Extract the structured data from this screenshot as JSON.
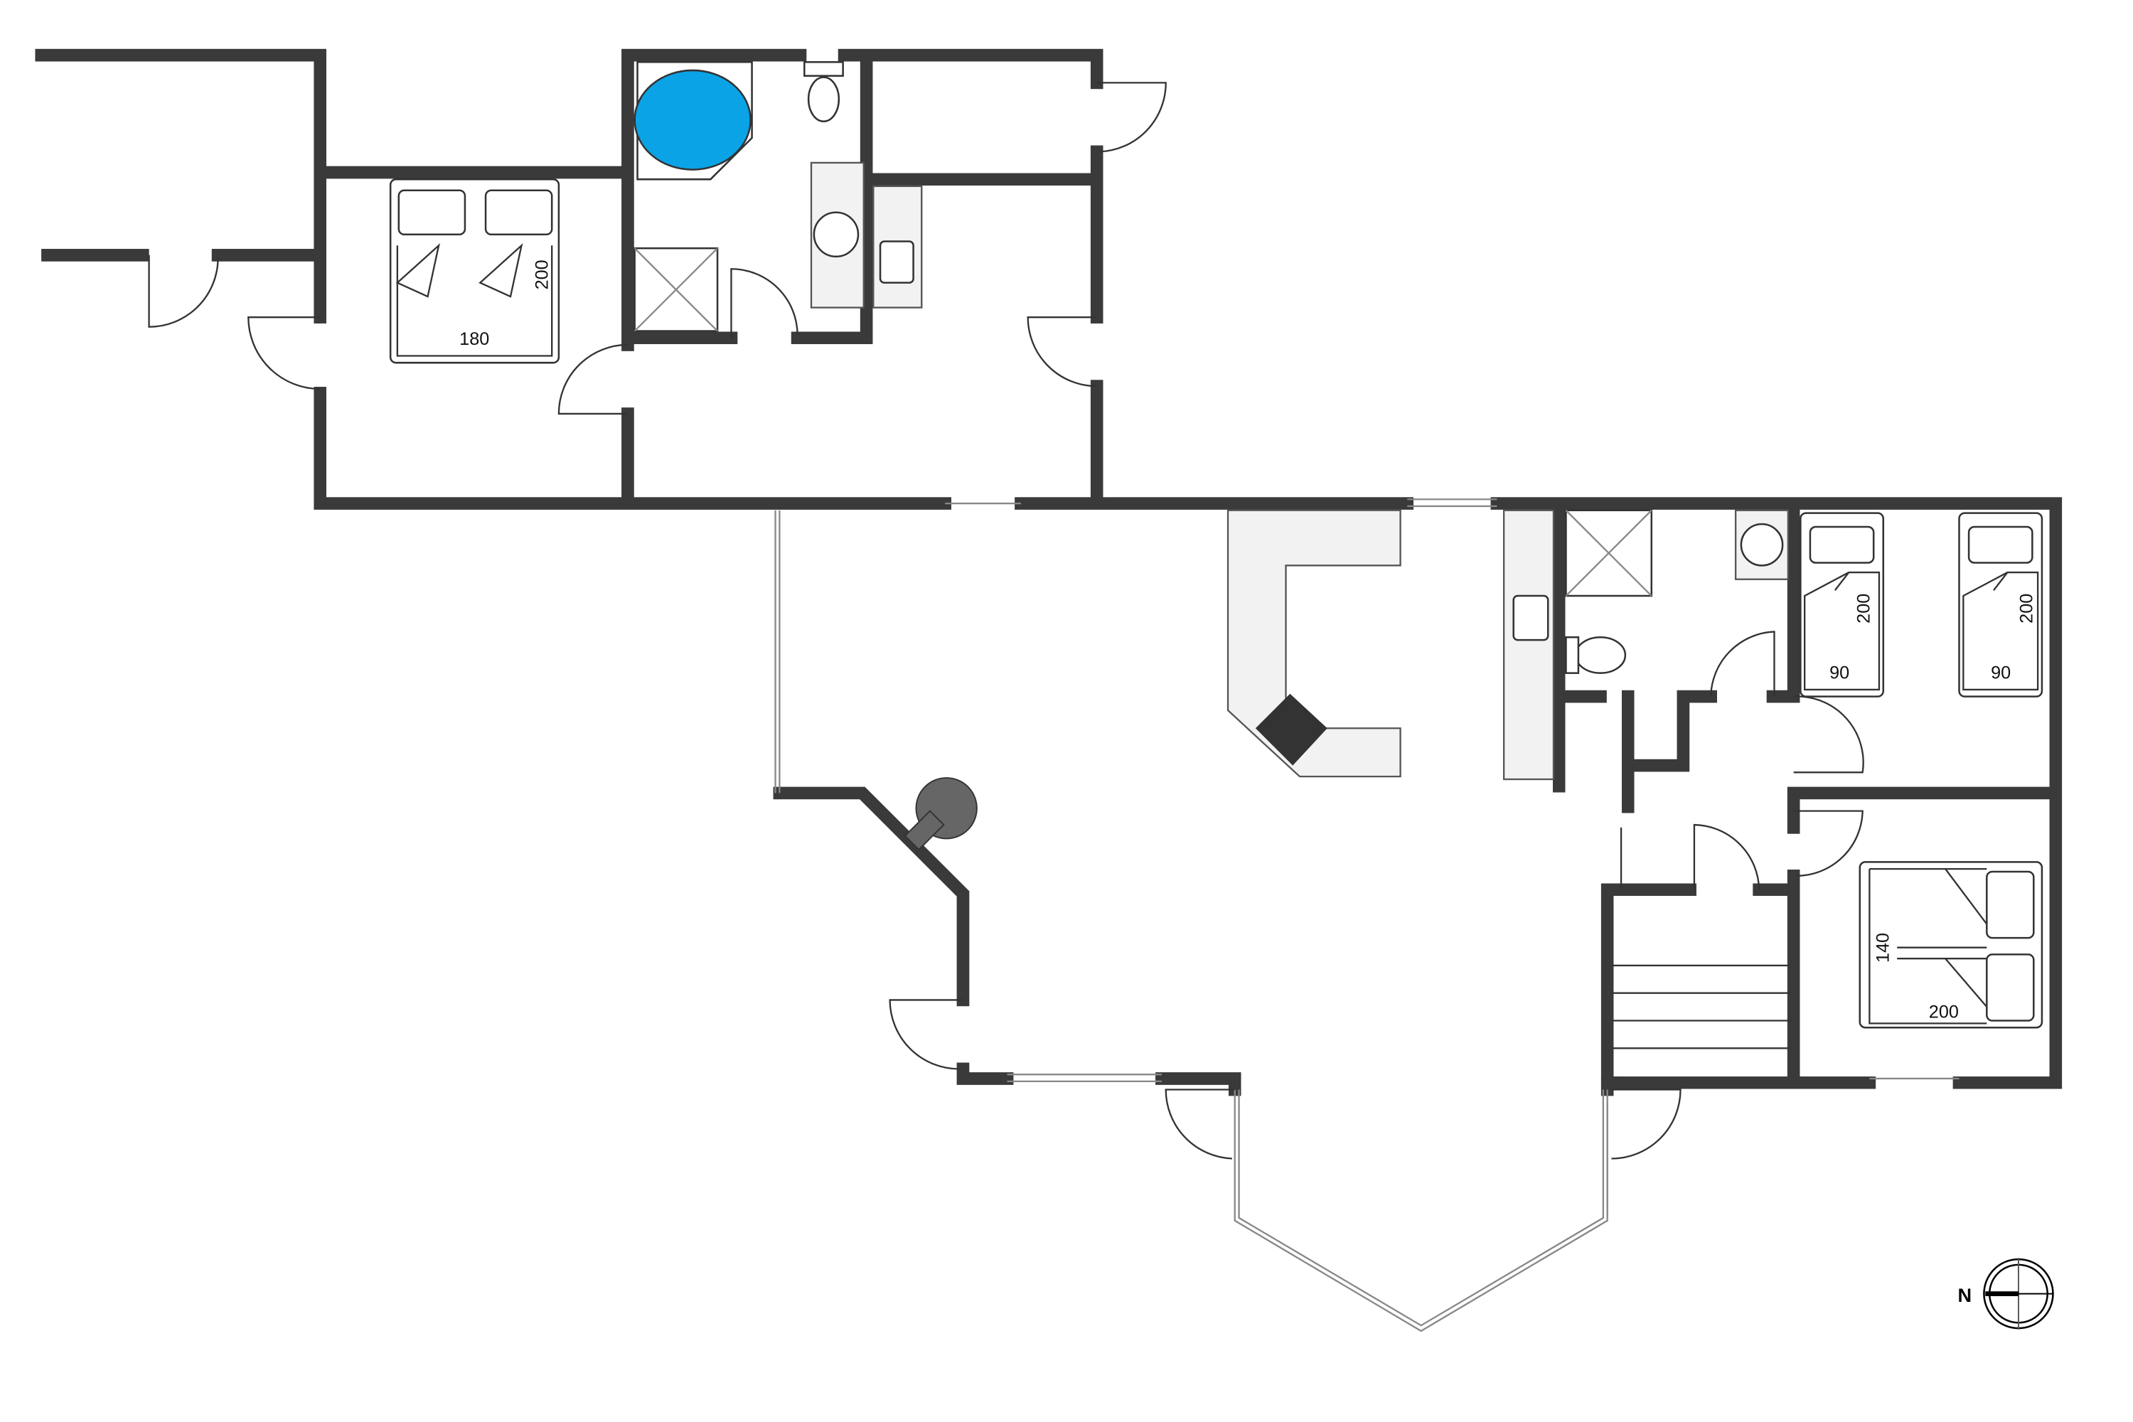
{
  "plan": {
    "beds": [
      {
        "width_label": "180",
        "length_label": "200"
      },
      {
        "width_label": "90",
        "length_label": "200"
      },
      {
        "width_label": "90",
        "length_label": "200"
      },
      {
        "width_label": "140",
        "length_label": "200"
      }
    ],
    "compass": {
      "label": "N"
    },
    "colors": {
      "wall": "#b0b0b0",
      "wall_outline": "#3a3a3a",
      "bathtub": "#0aa3e6",
      "stove": "#333333"
    }
  }
}
